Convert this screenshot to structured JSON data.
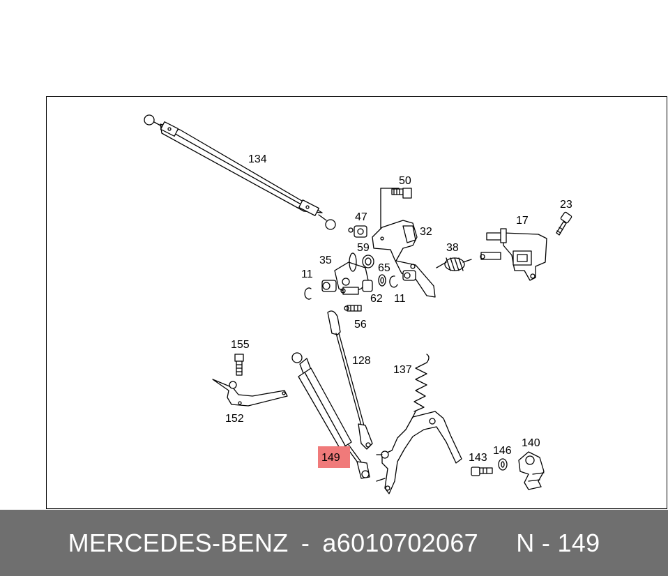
{
  "diagram": {
    "part_labels": {
      "p134": "134",
      "p50": "50",
      "p47": "47",
      "p32": "32",
      "p17": "17",
      "p23": "23",
      "p59": "59",
      "p38": "38",
      "p35": "35",
      "p65": "65",
      "p11a": "11",
      "p11b": "11",
      "p62": "62",
      "p56": "56",
      "p155": "155",
      "p128": "128",
      "p137": "137",
      "p152": "152",
      "p149": "149",
      "p143": "143",
      "p146": "146",
      "p140": "140"
    },
    "highlighted_part": "149",
    "highlight_color": "#f07a7a"
  },
  "footer": {
    "brand": "MERCEDES-BENZ",
    "separator": "-",
    "part_number": "a6010702067",
    "page_ref": "N - 149",
    "background_color": "#6f6f6f",
    "text_color": "#ffffff"
  }
}
